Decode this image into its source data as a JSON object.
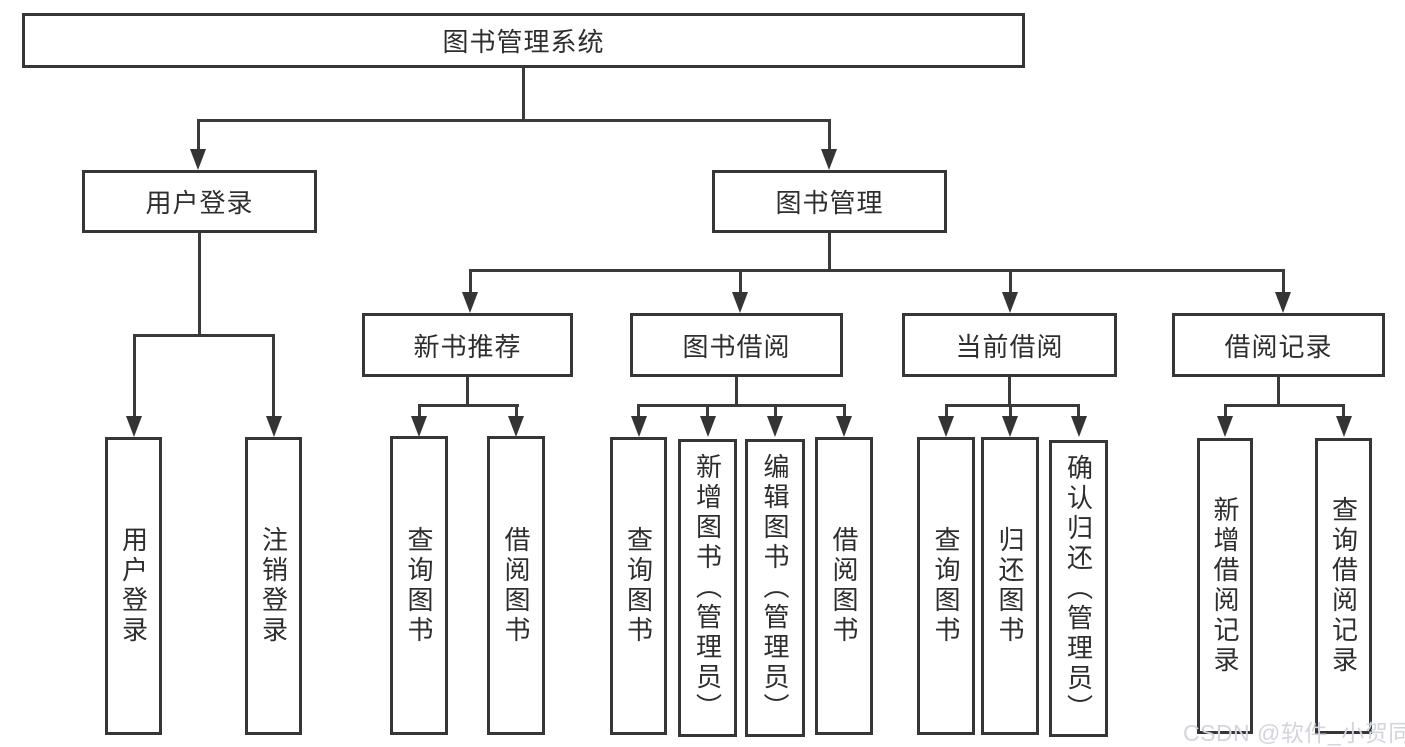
{
  "tree": {
    "root": {
      "label": "图书管理系统",
      "children": [
        {
          "label": "用户登录",
          "children": [
            {
              "label": "用户登录"
            },
            {
              "label": "注销登录"
            }
          ]
        },
        {
          "label": "图书管理",
          "children": [
            {
              "label": "新书推荐",
              "children": [
                {
                  "label": "查询图书"
                },
                {
                  "label": "借阅图书"
                }
              ]
            },
            {
              "label": "图书借阅",
              "children": [
                {
                  "label": "查询图书"
                },
                {
                  "label": "新增图书（管理员）"
                },
                {
                  "label": "编辑图书（管理员）"
                },
                {
                  "label": "借阅图书"
                }
              ]
            },
            {
              "label": "当前借阅",
              "children": [
                {
                  "label": "查询图书"
                },
                {
                  "label": "归还图书"
                },
                {
                  "label": "确认归还（管理员）"
                }
              ]
            },
            {
              "label": "借阅记录",
              "children": [
                {
                  "label": "新增借阅记录"
                },
                {
                  "label": "查询借阅记录"
                }
              ]
            }
          ]
        }
      ]
    }
  },
  "watermark": {
    "text": "CSDN @软件_小贺同学"
  },
  "colors": {
    "line": "#3a3a3a",
    "box_border": "#363636",
    "text": "#2e2e2e",
    "background": "#ffffff",
    "watermark": "#d3d4de"
  }
}
